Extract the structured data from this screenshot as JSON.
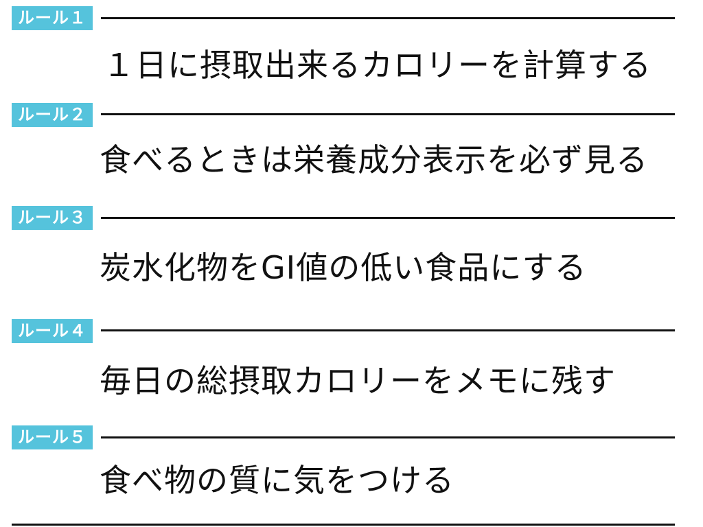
{
  "rules": [
    {
      "badge": "ルール１",
      "text": "１日に摂取出来るカロリーを計算する"
    },
    {
      "badge": "ルール２",
      "text": "食べるときは栄養成分表示を必ず見る"
    },
    {
      "badge": "ルール３",
      "text": "炭水化物をGI値の低い食品にする"
    },
    {
      "badge": "ルール４",
      "text": "毎日の総摂取カロリーをメモに残す"
    },
    {
      "badge": "ルール５",
      "text": "食べ物の質に気をつける"
    }
  ],
  "colors": {
    "badge": "#55c3dc",
    "text": "#111111"
  }
}
